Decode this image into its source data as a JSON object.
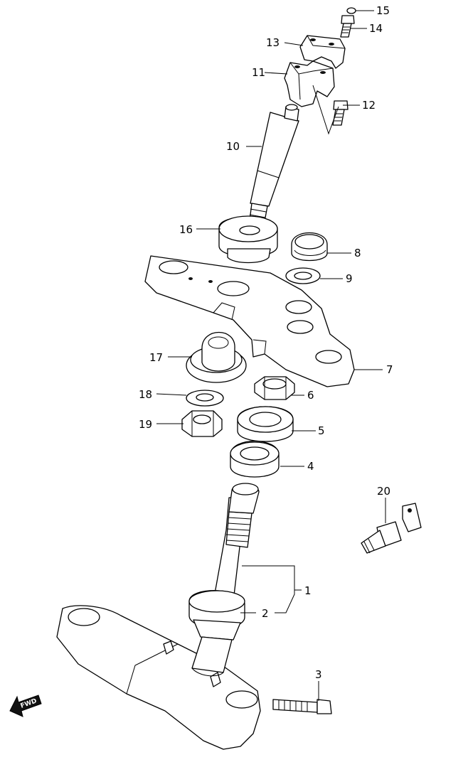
{
  "callouts": [
    {
      "id": "1",
      "label": "1"
    },
    {
      "id": "2",
      "label": "2"
    },
    {
      "id": "3",
      "label": "3"
    },
    {
      "id": "4",
      "label": "4"
    },
    {
      "id": "5",
      "label": "5"
    },
    {
      "id": "6",
      "label": "6"
    },
    {
      "id": "7",
      "label": "7"
    },
    {
      "id": "8",
      "label": "8"
    },
    {
      "id": "9",
      "label": "9"
    },
    {
      "id": "10",
      "label": "10"
    },
    {
      "id": "11",
      "label": "11"
    },
    {
      "id": "12",
      "label": "12"
    },
    {
      "id": "13",
      "label": "13"
    },
    {
      "id": "14",
      "label": "14"
    },
    {
      "id": "15",
      "label": "15"
    },
    {
      "id": "16",
      "label": "16"
    },
    {
      "id": "17",
      "label": "17"
    },
    {
      "id": "18",
      "label": "18"
    },
    {
      "id": "19",
      "label": "19"
    },
    {
      "id": "20",
      "label": "20"
    }
  ],
  "fwd_badge": {
    "label": "FWD"
  },
  "colors": {
    "ink": "#000000",
    "paper": "#ffffff"
  }
}
